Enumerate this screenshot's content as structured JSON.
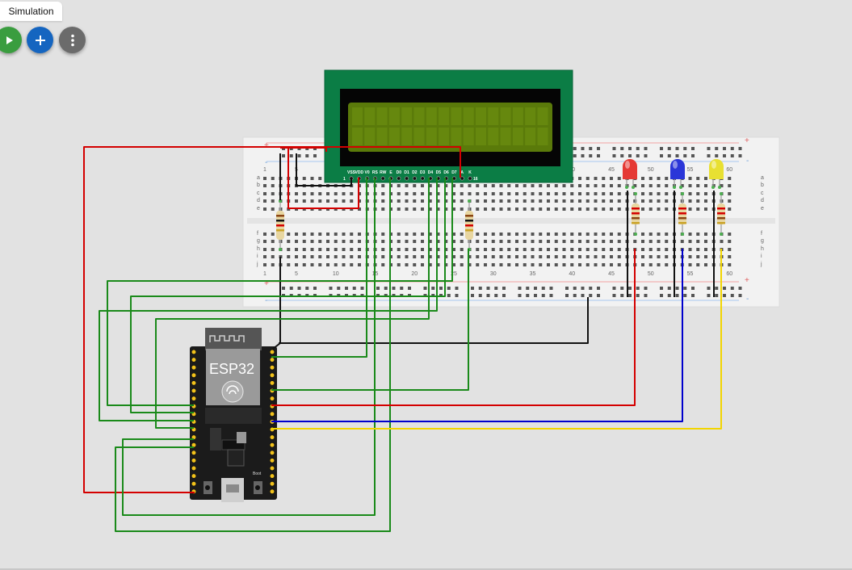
{
  "tab": {
    "label": "Simulation"
  },
  "toolbar": {
    "buttons": [
      {
        "name": "play",
        "icon": "play-icon",
        "color": "#3a9d3f"
      },
      {
        "name": "add",
        "icon": "plus-icon",
        "color": "#1565c0"
      },
      {
        "name": "more",
        "icon": "more-vertical-icon",
        "color": "#6b6b6b"
      }
    ]
  },
  "breadboard": {
    "column_numbers": [
      "1",
      "5",
      "10",
      "15",
      "20",
      "25",
      "30",
      "35",
      "40",
      "45",
      "50",
      "55",
      "60"
    ],
    "row_letters_top": [
      "a",
      "b",
      "c",
      "d",
      "e"
    ],
    "row_letters_bottom": [
      "f",
      "g",
      "h",
      "i",
      "j"
    ],
    "rail_plus": "+",
    "rail_minus": "-"
  },
  "lcd": {
    "pins": [
      "VSS",
      "VDD",
      "V0",
      "RS",
      "RW",
      "E",
      "D0",
      "D1",
      "D2",
      "D3",
      "D4",
      "D5",
      "D6",
      "D7",
      "A",
      "K"
    ],
    "pin_first": "1",
    "pin_last": "16",
    "color_board": "#0b7d45",
    "color_screen": "#5a7a0a"
  },
  "esp32": {
    "label": "ESP32",
    "boot_label": "Boot"
  },
  "leds": [
    {
      "name": "red",
      "color": "#e53935"
    },
    {
      "name": "blue",
      "color": "#2a36d8"
    },
    {
      "name": "yellow",
      "color": "#e8e032"
    }
  ],
  "wire_colors": {
    "red": "#d40000",
    "black": "#111111",
    "green": "#1a8a1a",
    "blue": "#0000cc",
    "yellow": "#f2d500"
  }
}
